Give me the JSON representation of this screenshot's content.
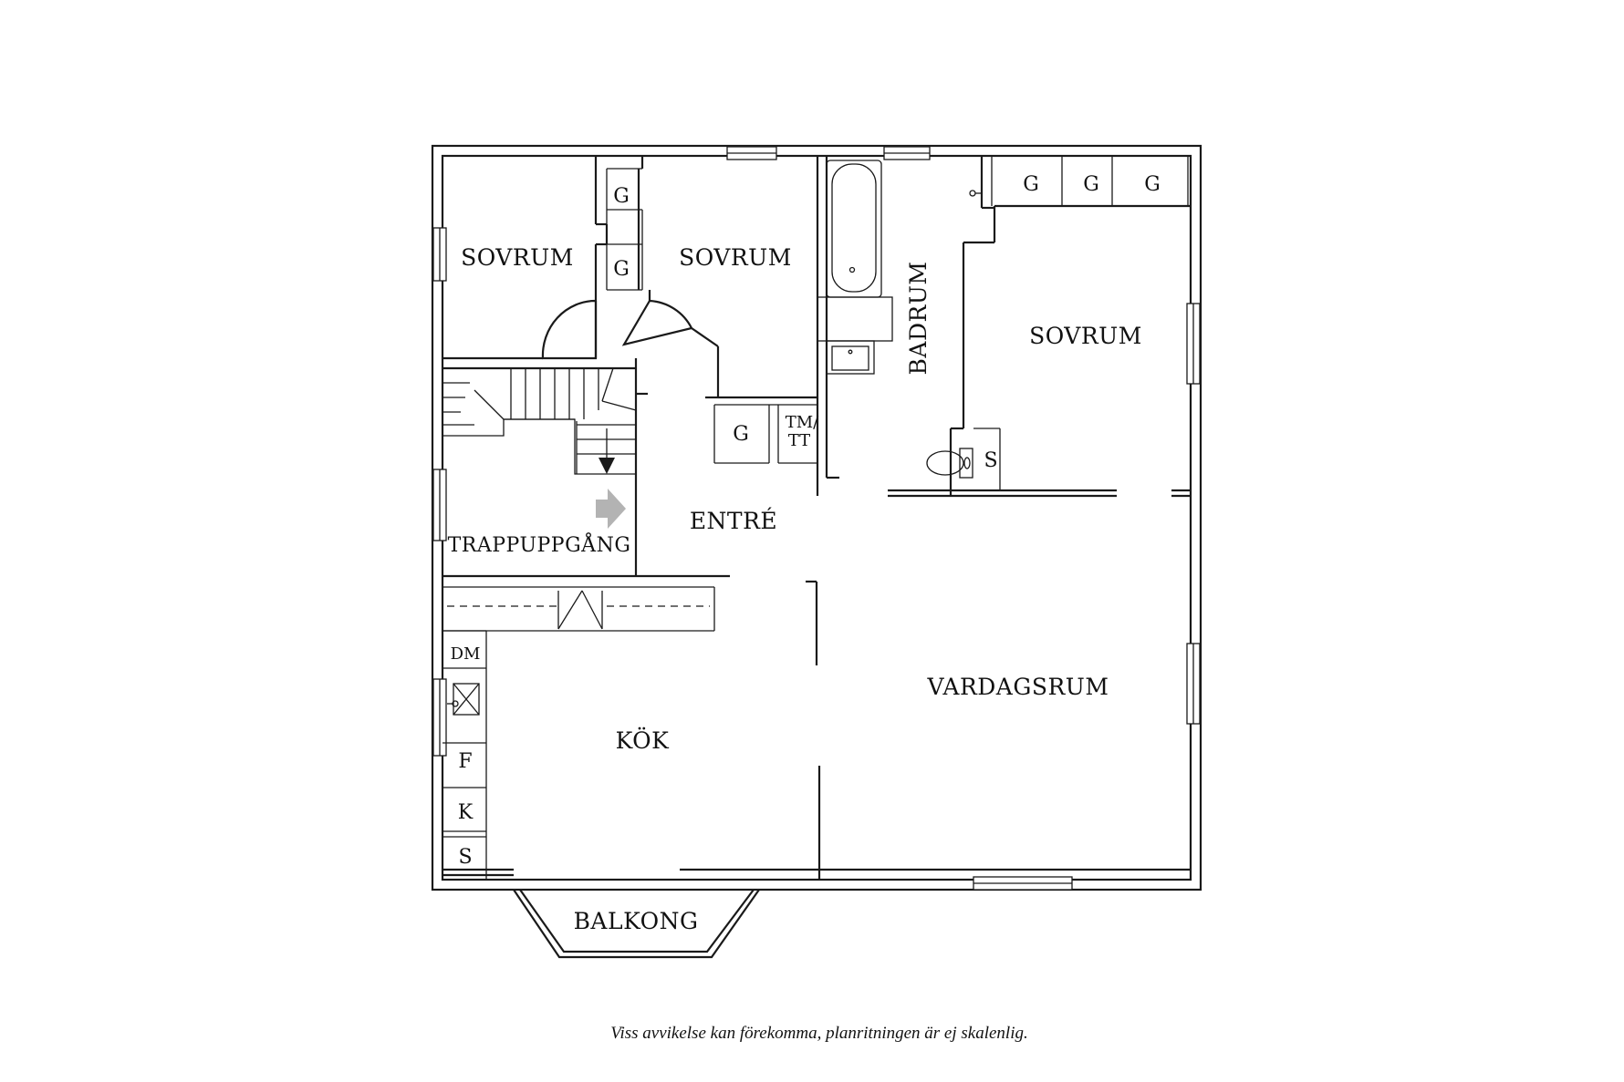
{
  "rooms": {
    "sovrum_1": "SOVRUM",
    "sovrum_2": "SOVRUM",
    "sovrum_3": "SOVRUM",
    "badrum": "BADRUM",
    "entre": "ENTRÉ",
    "trappuppgang": "TRAPPUPPGÅNG",
    "kok": "KÖK",
    "vardagsrum": "VARDAGSRUM",
    "balkong": "BALKONG"
  },
  "fixtures": {
    "garderob_1": "G",
    "garderob_2": "G",
    "garderob_3": "G",
    "garderob_4": "G",
    "garderob_5": "G",
    "garderob_6": "G",
    "tm_line1": "TM/",
    "tm_line2": "TT",
    "bath_s": "S",
    "kitchen_dm": "DM",
    "kitchen_f": "F",
    "kitchen_k": "K",
    "kitchen_s": "S"
  },
  "disclaimer": "Viss avvikelse kan förekomma, planritningen är ej skalenlig."
}
